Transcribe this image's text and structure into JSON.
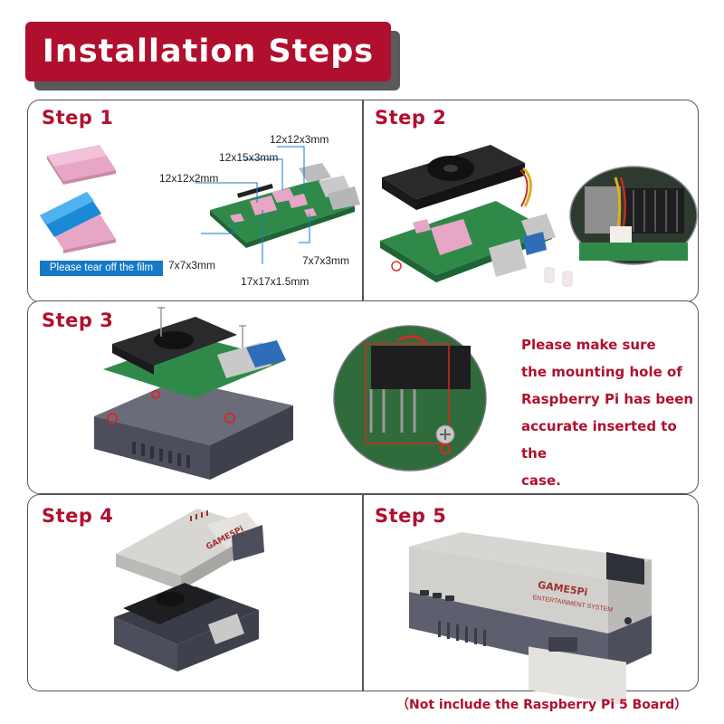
{
  "header": {
    "title": "Installation Steps"
  },
  "steps": [
    {
      "title": "Step 1"
    },
    {
      "title": "Step 2"
    },
    {
      "title": "Step 3"
    },
    {
      "title": "Step 4"
    },
    {
      "title": "Step 5"
    }
  ],
  "step1": {
    "film_label": "Please tear off the film",
    "pads": {
      "a": "12x12x3mm",
      "b": "12x15x3mm",
      "c": "12x12x2mm",
      "d": "7x7x3mm",
      "e": "7x7x3mm",
      "f": "17x17x1.5mm"
    }
  },
  "step3": {
    "note_lines": [
      "Please make sure",
      "the mounting hole of",
      "Raspberry Pi has been",
      "accurate inserted to the",
      "case."
    ]
  },
  "step4": {
    "case_logo": "GAME5Pi"
  },
  "step5": {
    "case_logo": "GAME5Pi",
    "case_sub": "ENTERTAINMENT SYSTEM"
  },
  "footer": {
    "note": "（Not include the Raspberry Pi 5 Board）"
  },
  "colors": {
    "accent": "#b0102e",
    "film_blue": "#1479c8",
    "pad_pink": "#e8a6c6",
    "board_green": "#2f8a4a",
    "case_gray": "#5d5f6e",
    "case_light": "#d8d6d2"
  }
}
